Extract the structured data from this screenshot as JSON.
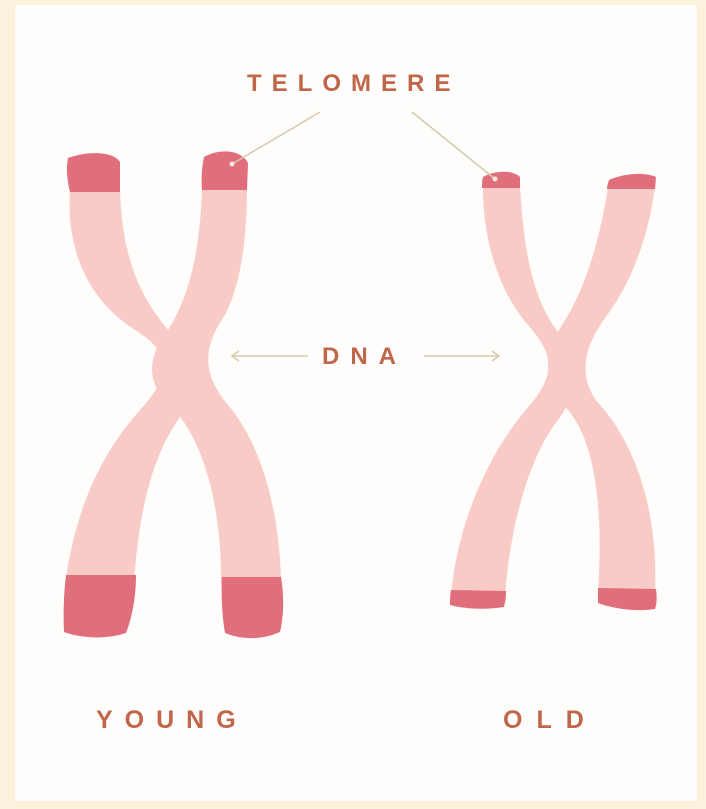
{
  "colors": {
    "background": "#fbf1dc",
    "panel": "#fefdfb",
    "dna_body": "#f8cbc6",
    "telomere": "#e06e7b",
    "label_text": "#c0674a",
    "leader_line": "#d8c9a8"
  },
  "labels": {
    "telomere": "TELOMERE",
    "dna": "DNA",
    "young": "YOUNG",
    "old": "OLD"
  },
  "chromosomes": [
    {
      "caption": "YOUNG",
      "telomere_length": "long"
    },
    {
      "caption": "OLD",
      "telomere_length": "short"
    }
  ]
}
